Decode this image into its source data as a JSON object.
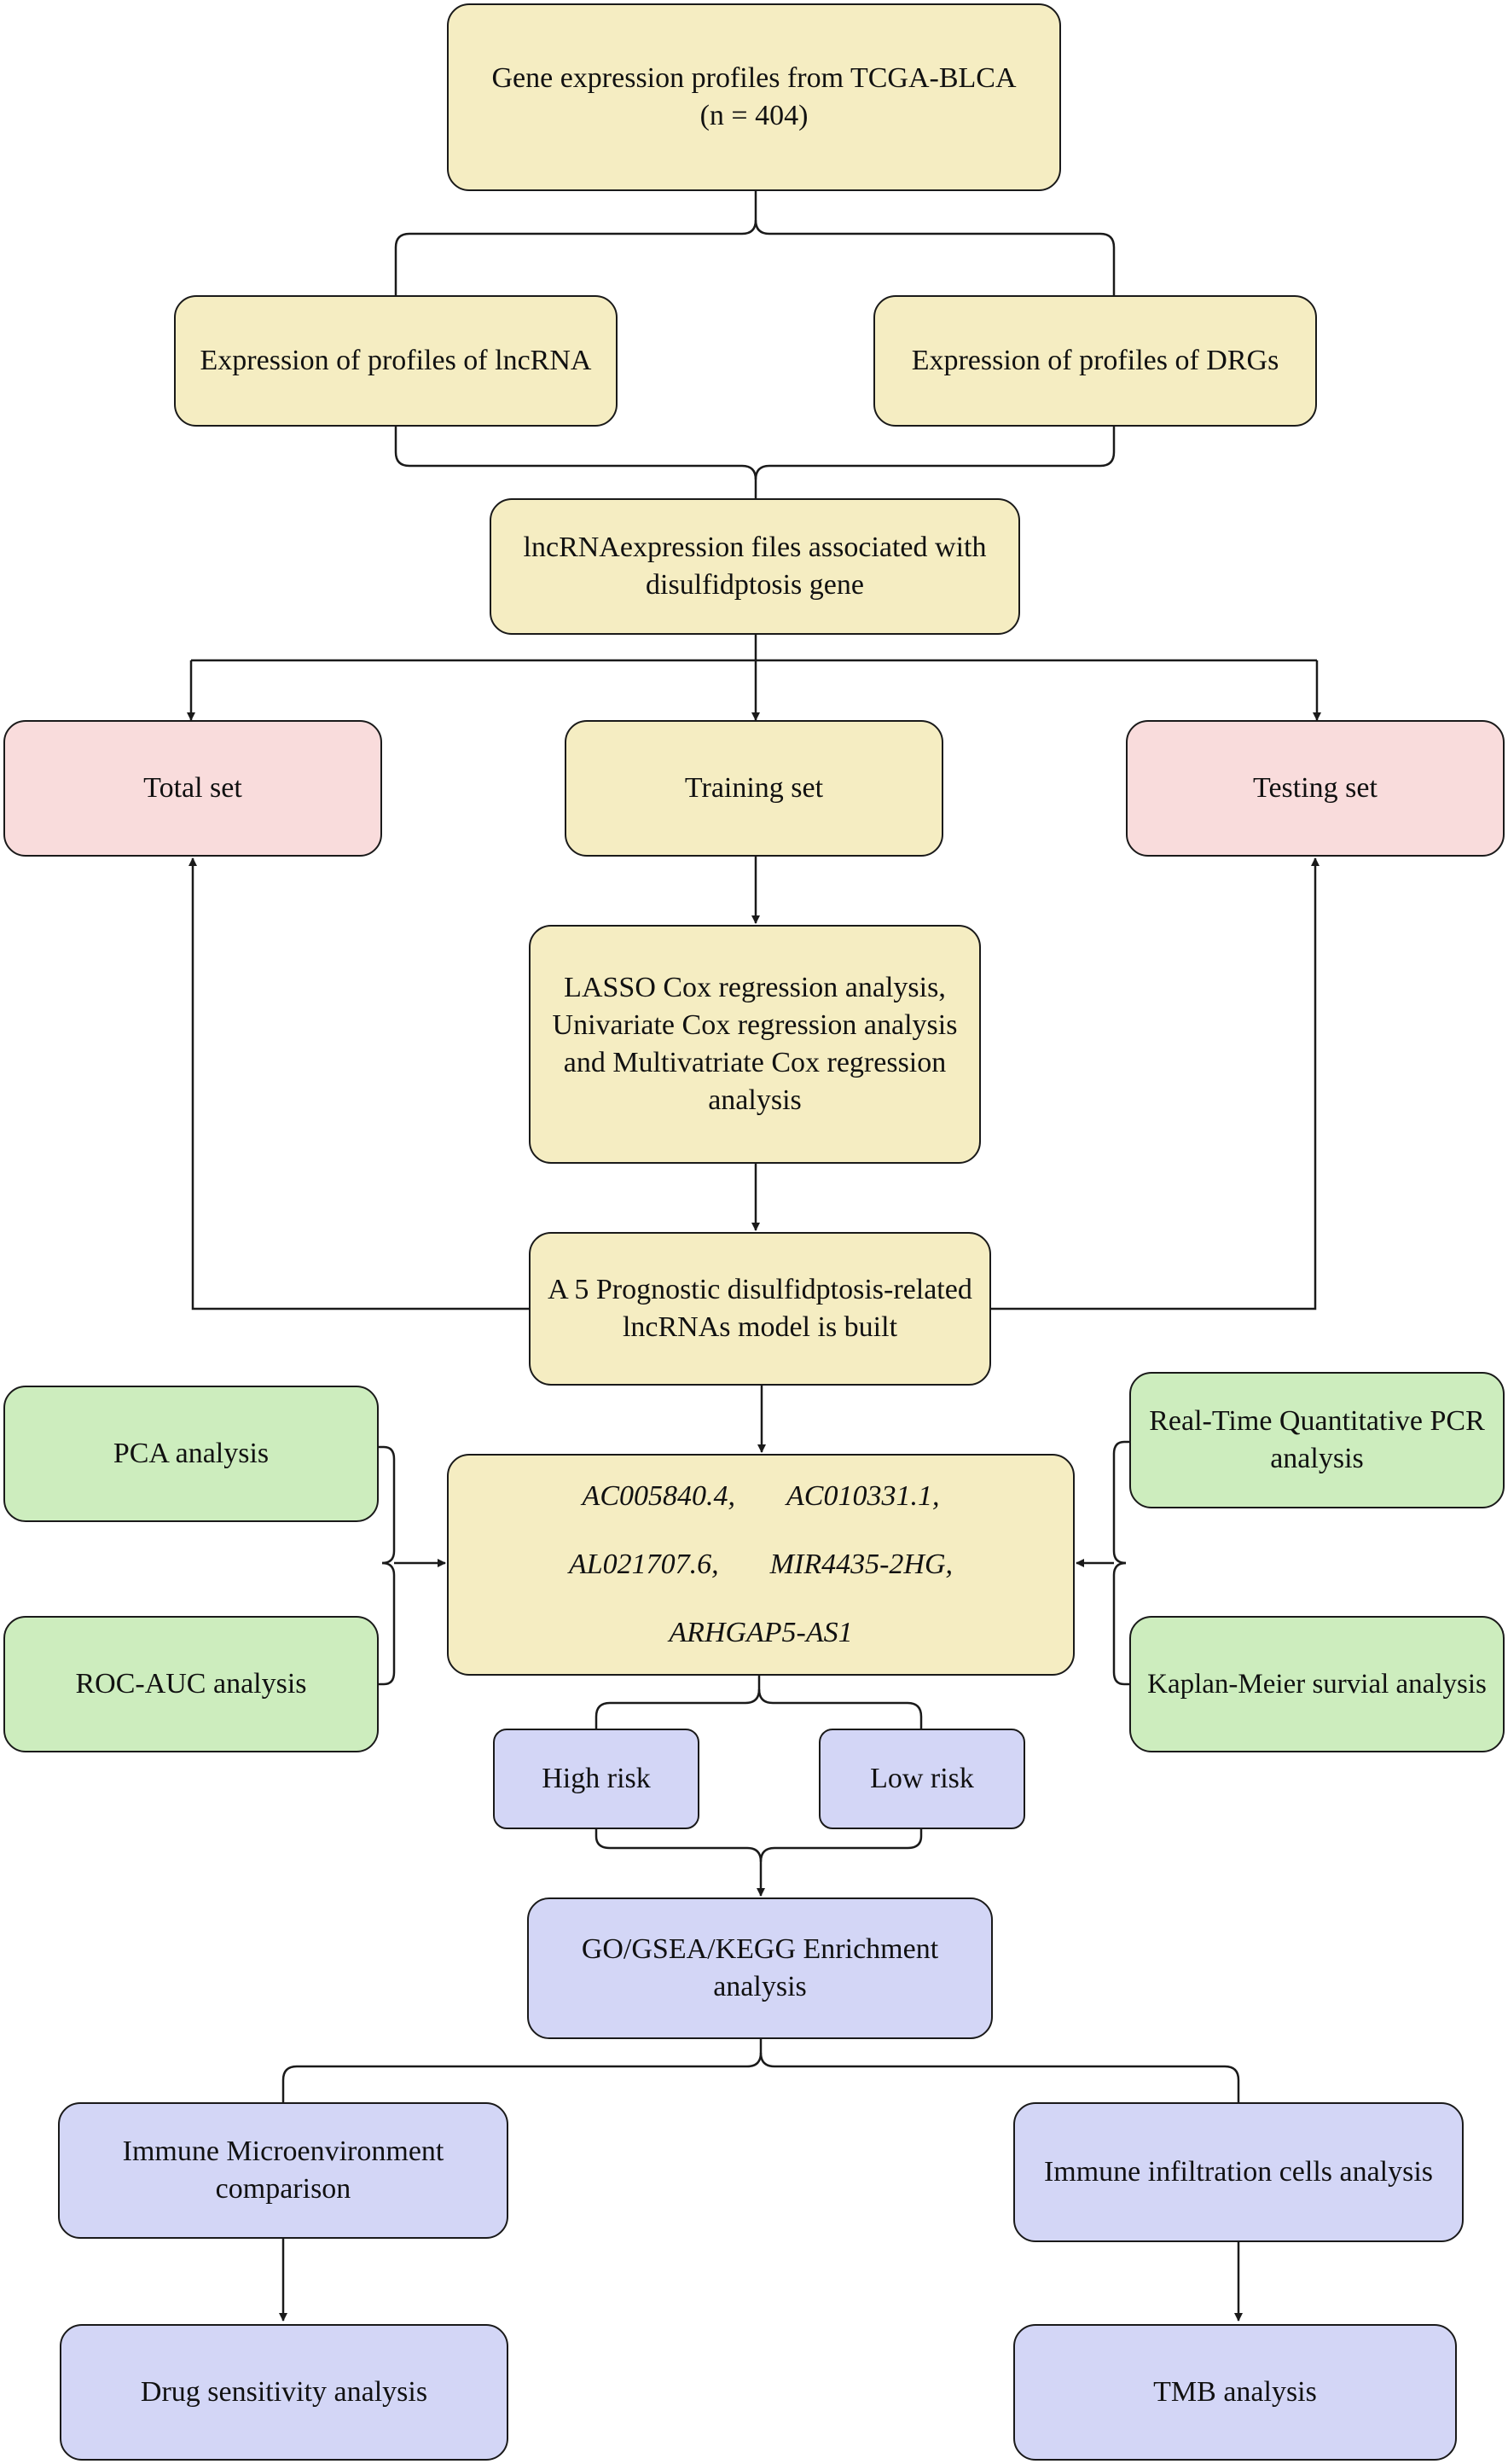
{
  "nodes": {
    "tcga": [
      "Gene expression profiles from TCGA-BLCA",
      "(n = 404)"
    ],
    "lncrna_profiles": [
      "Expression of profiles of lncRNA"
    ],
    "drg_profiles": [
      "Expression of profiles of DRGs"
    ],
    "associated": [
      "lncRNAexpression files associated with",
      "disulfidptosis gene"
    ],
    "total_set": [
      "Total set"
    ],
    "training_set": [
      "Training set"
    ],
    "testing_set": [
      "Testing set"
    ],
    "regression": [
      "LASSO Cox regression analysis,",
      "Univariate Cox regression analysis",
      "and Multivatriate Cox regression",
      "analysis"
    ],
    "model": [
      "A 5 Prognostic disulfidptosis-related",
      "lncRNAs model is built"
    ],
    "pca": [
      "PCA analysis"
    ],
    "roc": [
      "ROC-AUC analysis"
    ],
    "pcr": [
      "Real-Time Quantitative PCR",
      "analysis"
    ],
    "km": [
      "Kaplan-Meier survial analysis"
    ],
    "high_risk": [
      "High risk"
    ],
    "low_risk": [
      "Low risk"
    ],
    "enrichment": [
      "GO/GSEA/KEGG Enrichment",
      "analysis"
    ],
    "immune_micro": [
      "Immune Microenvironment",
      "comparison"
    ],
    "immune_infil": [
      "Immune infiltration cells analysis"
    ],
    "drug": [
      "Drug sensitivity analysis"
    ],
    "tmb": [
      "TMB analysis"
    ]
  },
  "genes": [
    [
      "AC005840.4,",
      "AC010331.1,"
    ],
    [
      "AL021707.6,",
      "MIR4435-2HG,"
    ],
    [
      "ARHGAP5-AS1"
    ]
  ],
  "colors": {
    "yellow": "#f5edc2",
    "pink": "#f9dcdc",
    "green": "#cdedbe",
    "purple": "#d3d6f6",
    "stroke": "#1a1a1a"
  }
}
